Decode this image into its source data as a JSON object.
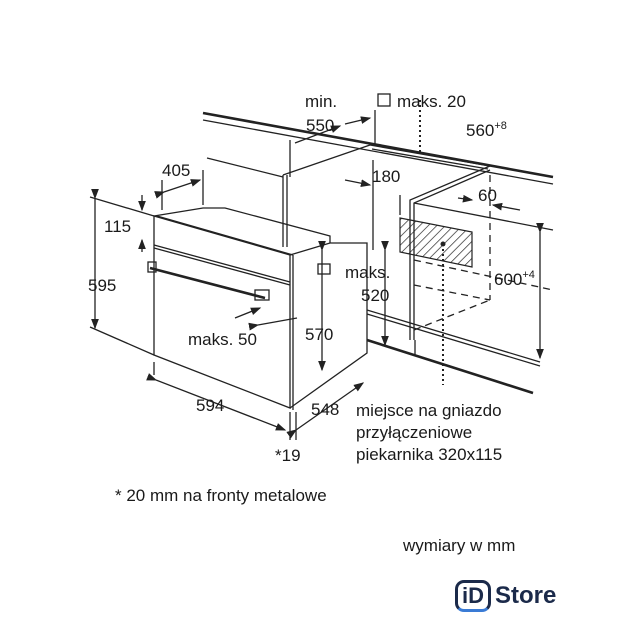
{
  "labels": {
    "min": "min.",
    "d550": "550",
    "maks20": "maks. 20",
    "d560": "560",
    "d560_tol": "+8",
    "d405": "405",
    "d180": "180",
    "d60": "60",
    "d115": "115",
    "d595": "595",
    "maks": "maks.",
    "d520": "520",
    "d600": "600",
    "d600_tol": "+4",
    "d570": "570",
    "maks50": "maks. 50",
    "d594": "594",
    "d548": "548",
    "d19": "*19"
  },
  "socket_note": [
    "miejsce na gniazdo",
    "przyłączeniowe",
    "piekarnika 320x115"
  ],
  "footnote": "* 20 mm na fronty metalowe",
  "units_note": "wymiary w mm",
  "logo": {
    "box": "iD",
    "text": "Store"
  }
}
